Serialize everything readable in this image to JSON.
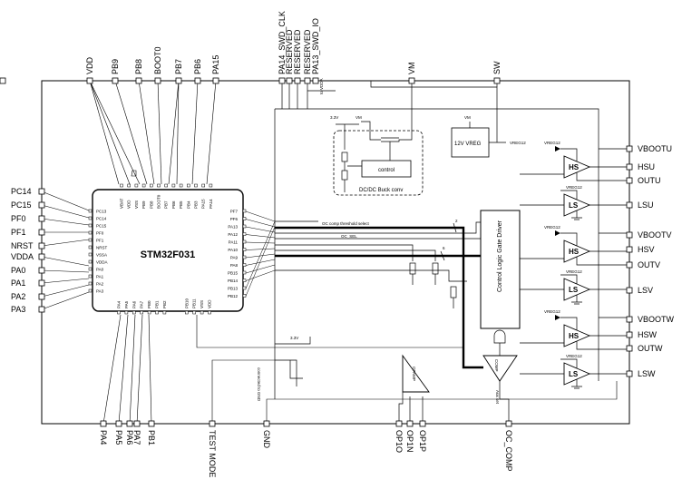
{
  "chip": {
    "name": "STM32F031",
    "top_pins": [
      "VBAT",
      "VDD",
      "VSS",
      "PB9",
      "PB8",
      "BOOT0",
      "PB7",
      "PB6",
      "PB5",
      "PB4",
      "PB3",
      "PA15",
      "PA14"
    ],
    "left_pins": [
      "PC13",
      "PC14",
      "PC15",
      "PF0",
      "PF1",
      "NRST",
      "VSSA",
      "VDDA",
      "PA0",
      "PA1",
      "PA2",
      "PA3"
    ],
    "right_pins": [
      "PF7",
      "PF6",
      "PA13",
      "PA12",
      "PA11",
      "PA10",
      "PA9",
      "PA8",
      "PB15",
      "PB14",
      "PB13",
      "PB12"
    ],
    "bottom_pins": [
      "PA4",
      "PA5",
      "PA6",
      "PA7",
      "PB0",
      "PB1",
      "PB2",
      "PB10",
      "PB11",
      "VSS",
      "VDD"
    ]
  },
  "external_pins": {
    "top": [
      "VDD",
      "PB9",
      "PB8",
      "BOOT0",
      "PB7",
      "PB6",
      "PA15",
      "PA14_SWD_CLK",
      "RESERVED",
      "RESERVED",
      "RESERVED",
      "PA13_SWD_IO",
      "VM",
      "SW",
      "VREG 12V"
    ],
    "left": [
      "PC14",
      "PC15",
      "PF0",
      "PF1",
      "NRST",
      "VDDA",
      "PA0",
      "PA1",
      "PA2",
      "PA3"
    ],
    "bottom": [
      "PA4",
      "PA5",
      "PA6",
      "PA7",
      "PB1",
      "TEST MODE",
      "GND",
      "OP1O",
      "OP1N",
      "OP1P",
      "OC_COMP"
    ],
    "right": [
      "VBOOTU",
      "HSU",
      "OUTU",
      "LSU",
      "VBOOTV",
      "HSV",
      "OUTV",
      "LSV",
      "VBOOTW",
      "HSW",
      "OUTW",
      "LSW"
    ]
  },
  "labels": {
    "to_vdda": "to VDDA",
    "v33_a": "3.3V",
    "v33_b": "3.3V",
    "vm_small": "VM",
    "control": "control",
    "buck_title": "DC/DC Buck conv",
    "vreg_vm": "VM",
    "vreg_block": "12V VREG",
    "vreg12": "VREG12",
    "oc_threshold": "OC comp threshold select",
    "oc_sel": "OC_SEL",
    "bus_2": "2",
    "bus_6": "6",
    "logic_title": "Control Logic Gate Driver",
    "comp": "COMP",
    "opamp": "OPAMP",
    "bias": "Aux set",
    "to_gnd": "connected to GND",
    "hs": "HS",
    "ls": "LS"
  }
}
